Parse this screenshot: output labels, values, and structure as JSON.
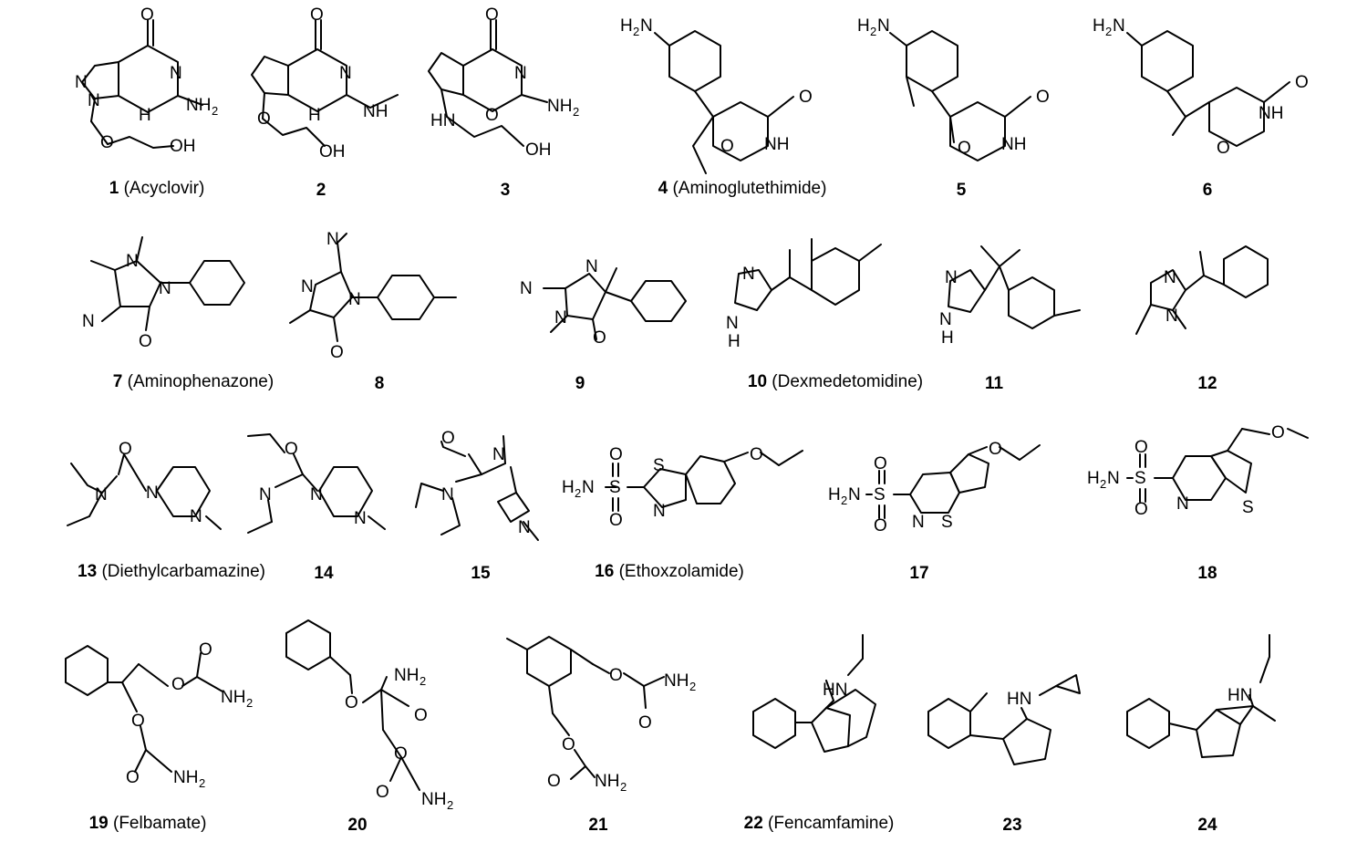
{
  "compounds": [
    {
      "id": "1",
      "name": "Acyclovir"
    },
    {
      "id": "2",
      "name": ""
    },
    {
      "id": "3",
      "name": ""
    },
    {
      "id": "4",
      "name": "Aminoglutethimide"
    },
    {
      "id": "5",
      "name": ""
    },
    {
      "id": "6",
      "name": ""
    },
    {
      "id": "7",
      "name": "Aminophenazone"
    },
    {
      "id": "8",
      "name": ""
    },
    {
      "id": "9",
      "name": ""
    },
    {
      "id": "10",
      "name": "Dexmedetomidine"
    },
    {
      "id": "11",
      "name": ""
    },
    {
      "id": "12",
      "name": ""
    },
    {
      "id": "13",
      "name": "Diethylcarbamazine"
    },
    {
      "id": "14",
      "name": ""
    },
    {
      "id": "15",
      "name": ""
    },
    {
      "id": "16",
      "name": "Ethoxzolamide"
    },
    {
      "id": "17",
      "name": ""
    },
    {
      "id": "18",
      "name": ""
    },
    {
      "id": "19",
      "name": "Felbamate"
    },
    {
      "id": "20",
      "name": ""
    },
    {
      "id": "21",
      "name": ""
    },
    {
      "id": "22",
      "name": "Fencamfamine"
    },
    {
      "id": "23",
      "name": ""
    },
    {
      "id": "24",
      "name": ""
    }
  ],
  "atom_labels": {
    "O": "O",
    "N": "N",
    "NH": "NH",
    "H": "H",
    "HN": "HN",
    "OH": "OH",
    "S": "S",
    "NH2": "NH",
    "H2N": "H",
    "sub2": "2"
  }
}
